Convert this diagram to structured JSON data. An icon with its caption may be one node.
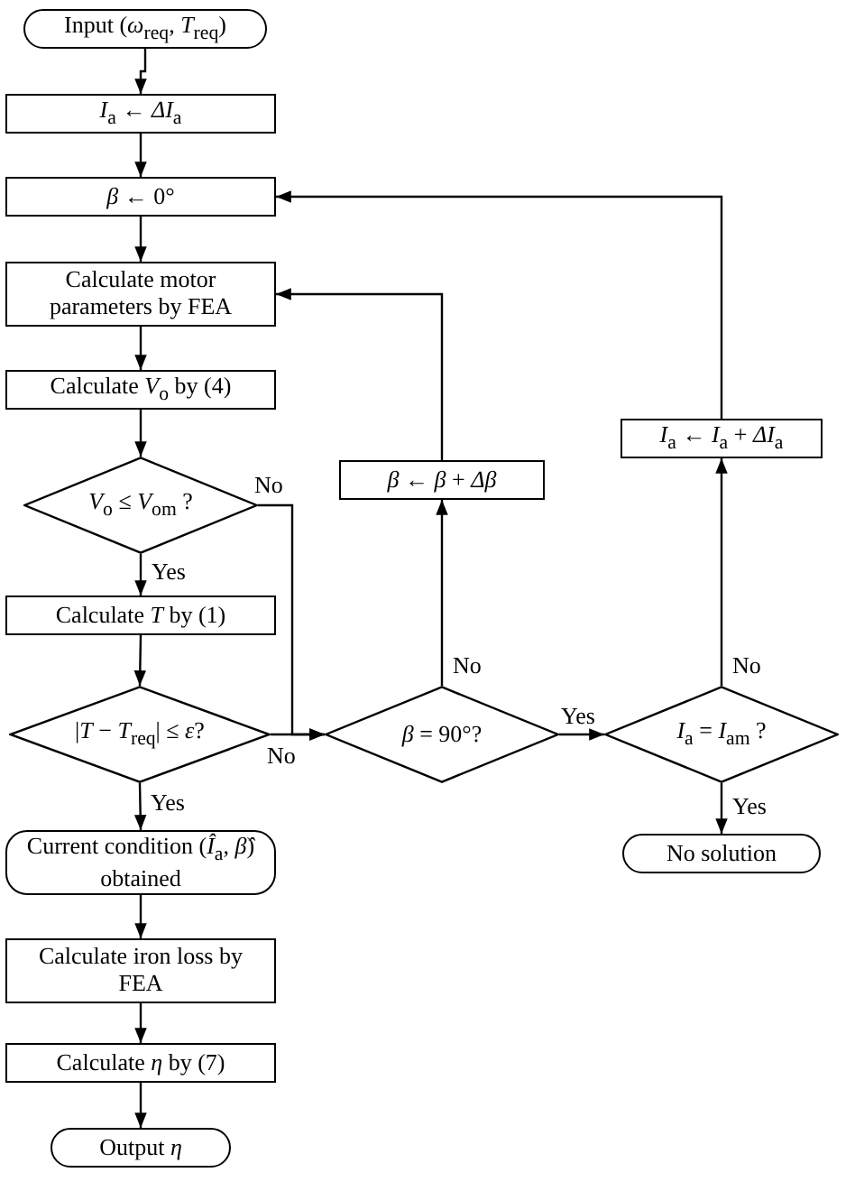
{
  "diagram": {
    "nodes": [
      {
        "text": [
          "Input (*ω*$_{req}$, *T*$_{req}$)"
        ]
      },
      {
        "text": [
          "*I*$_{a}$ ← *ΔI*$_{a}$"
        ]
      },
      {
        "text": [
          "*β* ← 0°"
        ]
      },
      {
        "text": [
          "Calculate motor parameters by FEA"
        ]
      },
      {
        "text": [
          "Calculate *V*$_{o}$ by (4)"
        ]
      },
      {
        "text": [
          "*V*$_{o}$ ≤ *V*$_{om}$ ?"
        ]
      },
      {
        "text": [
          "Calculate *T* by (1)"
        ]
      },
      {
        "text": [
          "|*T* − *T*$_{req}$| ≤ *ε*?"
        ]
      },
      {
        "text": [
          "Current condition (*Î*$_{a}$, *β̂*) obtained"
        ]
      },
      {
        "text": [
          "Calculate iron loss by FEA"
        ]
      },
      {
        "text": [
          "Calculate *η* by (7)"
        ]
      },
      {
        "text": [
          "Output *η*"
        ]
      },
      {
        "text": [
          "*β* = 90°?"
        ]
      },
      {
        "text": [
          "*β* ← *β* + *Δβ*"
        ]
      },
      {
        "text": [
          "*I*$_{a}$ = *I*$_{am}$ ?"
        ]
      },
      {
        "text": [
          "*I*$_{a}$ ← *I*$_{a}$ + *ΔI*$_{a}$"
        ]
      },
      {
        "text": [
          "No solution"
        ]
      }
    ],
    "edges": [
      {
        "from": 0,
        "to": 1,
        "arrow": "to"
      },
      {
        "from": 1,
        "to": 2,
        "arrow": "to"
      },
      {
        "from": 2,
        "to": 3,
        "arrow": "to"
      },
      {
        "from": 3,
        "to": 4,
        "arrow": "to"
      },
      {
        "from": 4,
        "to": 5,
        "arrow": "to"
      },
      {
        "from": 5,
        "to": 6,
        "arrow": "to",
        "label": "Yes"
      },
      {
        "from": 6,
        "to": 7,
        "arrow": "to"
      },
      {
        "from": 7,
        "to": 8,
        "arrow": "to",
        "label": "Yes"
      },
      {
        "from": 8,
        "to": 9,
        "arrow": "to"
      },
      {
        "from": 9,
        "to": 10,
        "arrow": "to"
      },
      {
        "from": 10,
        "to": 11,
        "arrow": "to"
      },
      {
        "from": 5,
        "to": 12,
        "arrow": "to",
        "label": "No"
      },
      {
        "from": 7,
        "to": 12,
        "arrow": "to",
        "label": "No"
      },
      {
        "from": 12,
        "to": 13,
        "arrow": "to",
        "label": "No"
      },
      {
        "from": 13,
        "to": 3,
        "arrow": "to"
      },
      {
        "from": 12,
        "to": 14,
        "arrow": "to",
        "label": "Yes"
      },
      {
        "from": 14,
        "to": 15,
        "arrow": "to",
        "label": "No"
      },
      {
        "from": 15,
        "to": 2,
        "arrow": "to"
      },
      {
        "from": 14,
        "to": 16,
        "arrow": "to",
        "label": "Yes"
      }
    ]
  }
}
